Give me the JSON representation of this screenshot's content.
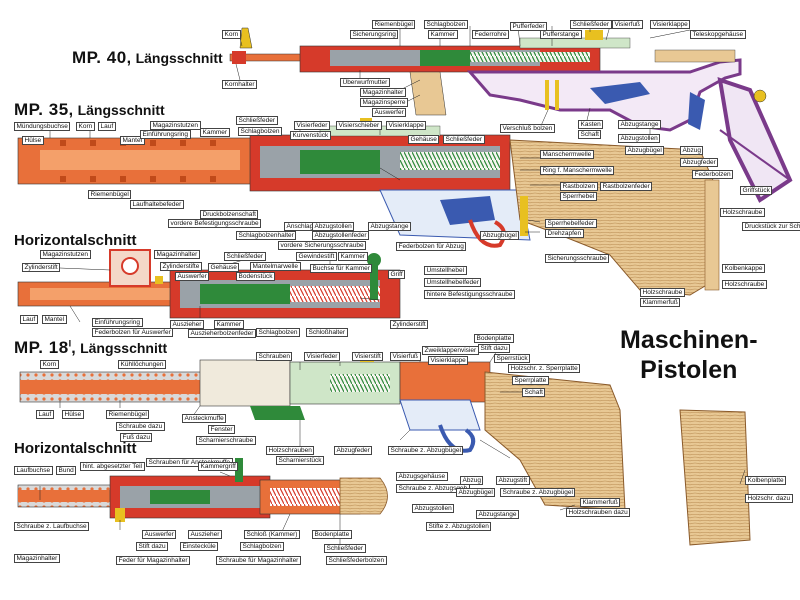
{
  "titles": {
    "mp40": {
      "name": "MP. 40",
      "suffix": "Längsschnitt"
    },
    "mp35": {
      "name": "MP. 35",
      "suffix": "Längsschnitt"
    },
    "mp18": {
      "name": "MP. 18",
      "sup": "I",
      "suffix": "Längsschnitt"
    },
    "horiz1": "Horizontalschnitt",
    "horiz2": "Horizontalschnitt",
    "main_line1": "Maschinen-",
    "main_line2": "Pistolen"
  },
  "colors": {
    "barrel_orange": "#e8703a",
    "receiver_red": "#d63a2a",
    "spring_green": "#2f8a3a",
    "bolt_grey": "#9aa2a8",
    "frame_purple": "#7a3a8a",
    "blue_part": "#3a5ab0",
    "wood": "#e8c894",
    "wood_grain": "#b88a50",
    "yellow_part": "#e8c020",
    "pale_green": "#cfe6c8",
    "leader": "#222222"
  },
  "labels": {
    "mp40": [
      "Korn",
      "Kornhalter",
      "Riemenbügel",
      "Sicherungsring",
      "Schlagbolzen",
      "Kammer",
      "Federrohre",
      "Pufferfeder",
      "Pufferstange",
      "Schließfeder",
      "Visierfuß",
      "Visierklappe",
      "Teleskopgehäuse",
      "Überwurfmutter",
      "Magazinhalter",
      "Magazinsperre",
      "Auswerfer",
      "Verschluß bolzen",
      "Kasten",
      "Schaft",
      "Abzugstange",
      "Abzugstollen",
      "Abzugbügel",
      "Abzug",
      "Abzugfeder",
      "Federbolzen",
      "Griffstück",
      "Holzschraube",
      "Druckstück zur Schulterstütze",
      "Kolbenkappe",
      "Holzschraube",
      "Holzschraube",
      "Klammerfuß"
    ],
    "mp35": [
      "Mündungsbuchse",
      "Korn",
      "Lauf",
      "Hülse",
      "Mantel",
      "Einführungsring",
      "Magazinstutzen",
      "Kammer",
      "Schließfeder",
      "Schlagbolzen",
      "Visierfeder",
      "Kurvenstück",
      "Visierschieber",
      "Visierklappe",
      "Gehäuse",
      "Schließfeder",
      "Riemenbügel",
      "Laufhaltebefeder",
      "Druckbolzenschaft",
      "vordere Befestigungsschraube",
      "Anschlag",
      "Abzugstollen",
      "Abzugstange",
      "Schlagbolzenhalter",
      "Abzugstollenfeder",
      "vordere Sicherungsschraube",
      "Manschermwelle",
      "Ring f. Manschermwelle",
      "Rastbolzen",
      "Sperrhebel",
      "Rastbolzenfeder",
      "Sperrhebelfeder",
      "Drehzapfen",
      "Abzugbügel",
      "Federbolzen für Abzug",
      "Umstellhebel",
      "Umstellhebelfeder",
      "hintere Befestigungsschraube",
      "Sicherungsschraube"
    ],
    "horiz1": [
      "Magazinstutzen",
      "Zylinderstift",
      "Magazinhalter",
      "Zylinderstifte",
      "Auswerfer",
      "Schließfeder",
      "Gehäuse",
      "Mantelmarwelle",
      "Bodenstück",
      "Gewindestift",
      "Kammer",
      "Buchse für Kammer",
      "Griff",
      "Lauf",
      "Mantel",
      "Einführungsring",
      "Federbolzen für Auswerfer",
      "Auszieher",
      "Kammer",
      "Auszieherbolzenfeder",
      "Schlagbolzen",
      "Schloßhalter",
      "Zylinderstift"
    ],
    "mp18": [
      "Lauf",
      "Korn",
      "Kühllöchungen",
      "Schrauben",
      "Visierfeder",
      "Visierstift",
      "Visierfuß",
      "Zweiklappenvisier",
      "Visierklappe",
      "Bodenplatte",
      "Stift dazu",
      "Sperrstück",
      "Holzschr. z. Sperrplatte",
      "Sperrplatte",
      "Schaft",
      "Hülse",
      "Riemenbügel",
      "Schraube dazu",
      "Fuß dazu",
      "Ansteckmuffe",
      "Fenster",
      "Scharnierschraube",
      "Holzschrauben",
      "Scharnierstück",
      "Abzugfeder",
      "Schraube z. Abzugbügel",
      "Abzugsgehäuse",
      "Schraube z. Abzugsgeh",
      "Abzug",
      "Abzugbügel",
      "Abzugstollen",
      "Stifte z. Abzugstollen",
      "Abzugstange",
      "Abzugstift",
      "Schraube z. Abzugbügel",
      "Kolbenplatte",
      "Holzschr. dazu",
      "Klammerfuß",
      "Holzschrauben dazu"
    ],
    "horiz2": [
      "Laufbuchse",
      "Bund",
      "hint. abgesetzter Teil",
      "Schrauben für Ansteckmuffe",
      "Kammergriff",
      "Schraube z. Laufbuchse",
      "Magazinhalter",
      "Auswerfer",
      "Stift dazu",
      "Feder für Magazinhalter",
      "Auszieher",
      "Einstecküle",
      "Schraube für Magazinhalter",
      "Schloß (Kammer)",
      "Schlagbolzen",
      "Bodenplatte",
      "Schließfeder",
      "Schließfederbolzen"
    ]
  }
}
